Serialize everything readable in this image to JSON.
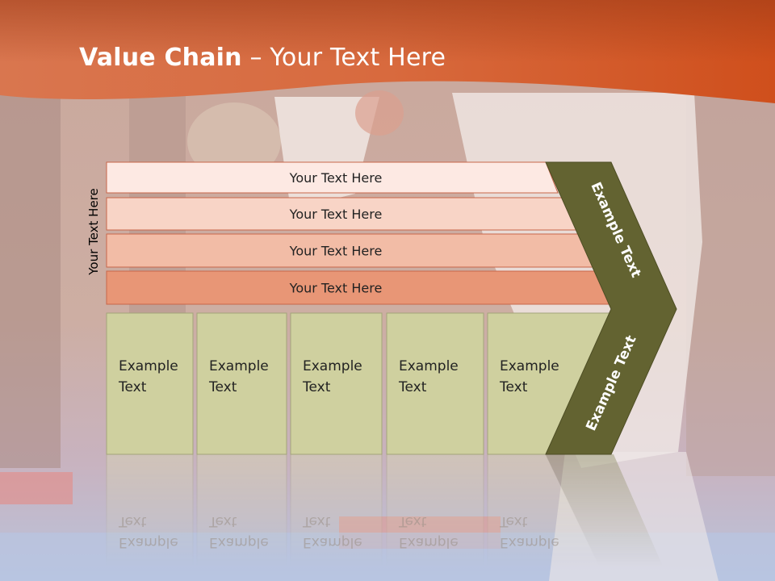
{
  "slide": {
    "title_bold": "Value Chain",
    "title_rest": " – Your Text Here",
    "side_label": "Your Text Here"
  },
  "rows": [
    {
      "label": "Your Text Here",
      "color": "#fde9e3"
    },
    {
      "label": "Your Text Here",
      "color": "#f8d4c6"
    },
    {
      "label": "Your Text Here",
      "color": "#f2bca6"
    },
    {
      "label": "Your Text Here",
      "color": "#e89676"
    }
  ],
  "boxes": [
    {
      "line1": "Example",
      "line2": "Text"
    },
    {
      "line1": "Example",
      "line2": "Text"
    },
    {
      "line1": "Example",
      "line2": "Text"
    },
    {
      "line1": "Example",
      "line2": "Text"
    },
    {
      "line1": "Example",
      "line2": "Text"
    }
  ],
  "arrow": {
    "upper_label": "Example Text",
    "lower_label": "Example Text",
    "color": "#636331"
  },
  "colors": {
    "header": "#d55a22",
    "box_fill": "#cfd09f",
    "box_stroke": "#a3a47a"
  }
}
